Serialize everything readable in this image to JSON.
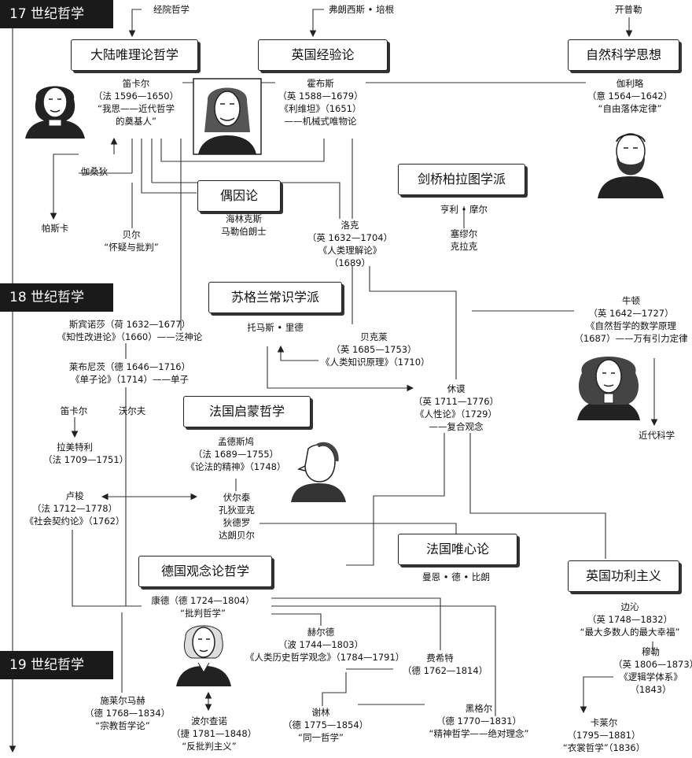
{
  "periods": {
    "c17": "17 世纪哲学",
    "c18": "18 世纪哲学",
    "c19": "19 世纪哲学"
  },
  "sources": {
    "scholastic": "经院哲学",
    "bacon": "弗朗西斯 • 培根",
    "kepler": "开普勒"
  },
  "schools": {
    "continental": "大陆唯理论哲学",
    "british_empiricism": "英国经验论",
    "natural_science": "自然科学思想",
    "occasionalism": "偶因论",
    "cambridge": "剑桥柏拉图学派",
    "scottish": "苏格兰常识学派",
    "french_enlightenment": "法国启蒙哲学",
    "french_materialism": "法国唯心论",
    "german_idealism": "德国观念论哲学",
    "utilitarianism": "英国功利主义"
  },
  "people": {
    "descartes": [
      "笛卡尔",
      "（法 1596—1650）",
      "“我思——近代哲学",
      "的奠基人”"
    ],
    "hobbes": [
      "霍布斯",
      "（英 1588—1679）",
      "《利维坦》（1651）",
      "——机械式唯物论"
    ],
    "galileo": [
      "伽利略",
      "（意 1564—1642）",
      "“自由落体定律”"
    ],
    "gassendi": [
      "伽桑狄"
    ],
    "pascal": [
      "帕斯卡"
    ],
    "bayle": [
      "贝尔",
      "“怀疑与批判”"
    ],
    "geulincx": [
      "海林克斯",
      "马勒伯朗士"
    ],
    "locke": [
      "洛克",
      "（英 1632—1704）",
      "《人类理解论》",
      "（1689）"
    ],
    "cambridge_members": [
      "亨利 • 摩尔",
      "塞缪尔",
      "克拉克"
    ],
    "newton": [
      "牛顿",
      "（英 1642—1727）",
      "《自然哲学的数学原理",
      "（1687）——万有引力定律"
    ],
    "modern_science": [
      "近代科学"
    ],
    "spinoza": [
      "斯宾诺莎（荷 1632—1677）",
      "《知性改进论》（1660）——泛神论"
    ],
    "reid": [
      "托马斯 • 里德"
    ],
    "berkeley": [
      "贝克莱",
      "（英 1685—1753）",
      "《人类知识原理》（1710）"
    ],
    "leibniz": [
      "莱布尼茨（德 1646—1716）",
      "《单子论》（1714）——单子"
    ],
    "hume": [
      "休谟",
      "（英 1711—1776）",
      "《人性论》（1729）",
      "——复合观念"
    ],
    "descartes2": [
      "笛卡尔"
    ],
    "wolff": [
      "沃尔夫"
    ],
    "lamettrie": [
      "拉美特利",
      "（法 1709—1751）"
    ],
    "montesquieu": [
      "孟德斯鸠",
      "（法 1689—1755）",
      "《论法的精神》（1748）"
    ],
    "rousseau": [
      "卢梭",
      "（法 1712—1778）",
      "《社会契约论》（1762）"
    ],
    "voltaire": [
      "伏尔泰",
      "孔狄亚克",
      "狄德罗",
      "达朗贝尔"
    ],
    "maine": [
      "曼恩 • 德 • 比朗"
    ],
    "kant": [
      "康德（德 1724—1804）",
      "“批判哲学”"
    ],
    "bentham": [
      "边沁",
      "（英 1748—1832）",
      "“最大多数人的最大幸福”"
    ],
    "herder": [
      "赫尔德",
      "（波 1744—1803）",
      "《人类历史哲学观念》（1784—1791）"
    ],
    "fichte": [
      "费希特",
      "（德 1762—1814）"
    ],
    "mill": [
      "穆勒",
      "（英 1806—1873）",
      "《逻辑学体系》",
      "（1843）"
    ],
    "schleiermacher": [
      "施莱尔马赫",
      "（德 1768—1834）",
      "“宗教哲学论”"
    ],
    "bolzano": [
      "波尔查诺",
      "（捷 1781—1848）",
      "“反批判主义”"
    ],
    "schelling": [
      "谢林",
      "（德 1775—1854）",
      "“同一哲学”"
    ],
    "hegel": [
      "黑格尔",
      "（德 1770—1831）",
      "“精神哲学——绝对理念”"
    ],
    "carlyle": [
      "卡莱尔",
      "（1795—1881）",
      "“衣裳哲学”（1836）"
    ]
  }
}
